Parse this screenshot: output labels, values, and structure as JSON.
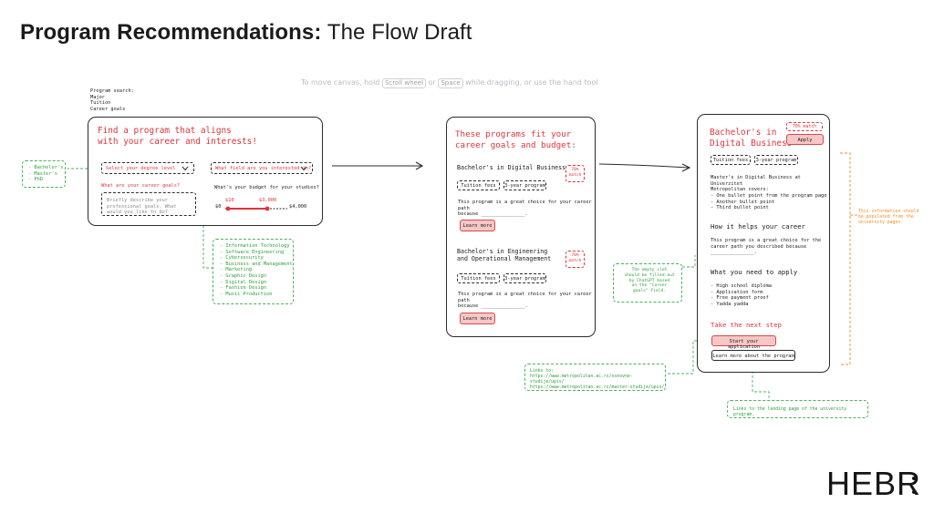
{
  "title": {
    "bold": "Program Recommendations:",
    "rest": " The Flow Draft"
  },
  "canvas_hint": {
    "before": "To move canvas, hold",
    "key1": "Scroll wheel",
    "or": "or",
    "key2": "Space",
    "after": "while dragging, or use the hand tool"
  },
  "program_search_note": [
    "Program search:",
    "Major",
    "Tuition",
    "Career goals"
  ],
  "form": {
    "heading_line1": "Find a program that aligns",
    "heading_line2": "with your career and interests!",
    "degree_select": "Select your degree level",
    "field_select": "What field are you interested in?",
    "career_label": "What are your career goals?",
    "career_placeholder": "Briefly describe your professional goals. What would you like to do?",
    "budget_label": "What's your budget for your studies?",
    "budget_low_val": "$10",
    "budget_high_val": "$3,000",
    "budget_min": "$0",
    "budget_max": "$4,000"
  },
  "degree_options": [
    "- Bachelor's",
    "- Master's",
    "- PhD"
  ],
  "field_options": [
    "- Information Technology",
    "- Software Engineering",
    "- Cybersecurity",
    "- Business and Management",
    "- Marketing",
    "- Graphic Design",
    "- Digital Design",
    "- Fashion Design",
    "- Music Production"
  ],
  "results": {
    "heading_line1": "These programs fit your",
    "heading_line2": "career goals and budget:",
    "items": [
      {
        "name_line1": "Bachelor's in Digital Business",
        "name_line2": "",
        "match": "70% match",
        "tags": [
          "Tuition fees",
          "3-year program"
        ],
        "desc_line1": "This program is a great choice for your career path",
        "desc_line2": "because _______________.",
        "button": "Learn more"
      },
      {
        "name_line1": "Bachelor's in Engineering",
        "name_line2": "and Operational Management",
        "match": "70% match",
        "tags": [
          "Tuition fees",
          "3-year program"
        ],
        "desc_line1": "This program is a great choice for your career path",
        "desc_line2": "because _______________.",
        "button": "Learn more"
      }
    ]
  },
  "detail": {
    "title_line1": "Bachelor's in",
    "title_line2": "Digital Business",
    "match": "70% match",
    "apply": "Apply",
    "tags": [
      "Tuition fees",
      "3-year program"
    ],
    "intro_line1": "Master's in Digital Business at Univerzitet",
    "intro_line2": "Metropolitan covers:",
    "bullets": [
      "- One bullet point from the program page",
      "- Another bullet point",
      "- Third bullet point"
    ],
    "helps_heading": "How it helps your career",
    "helps_line1": "This program is a great choice for the",
    "helps_line2": "career path you described because",
    "helps_line3": "_______________.",
    "need_heading": "What you need to apply",
    "need_items": [
      "- High school diploma",
      "- Application form",
      "- Free payment proof",
      "- Yadda yadda"
    ],
    "next_heading": "Take the next step",
    "start_button": "Start your application",
    "learn_button": "Learn more about the program"
  },
  "annotations": {
    "empty_slot": [
      "The empty slot",
      "should be filled out",
      "by ChatGPT based",
      "on the \"Career",
      "goals\" field."
    ],
    "populated": [
      "This information should",
      "be populated from the",
      "university pages."
    ],
    "links_label": "Links to:",
    "links": [
      "https://www.metropolitan.ac.rs/osnovne-studije/upis/",
      "https://www.metropolitan.ac.rs/master-studije/upis/"
    ],
    "landing": "Links to the landing page of the university program."
  },
  "logo": "HEBR",
  "colors": {
    "red": "#e0343a",
    "green": "#4cb25a",
    "orange": "#f0902a",
    "pink": "#f7c7c7"
  }
}
